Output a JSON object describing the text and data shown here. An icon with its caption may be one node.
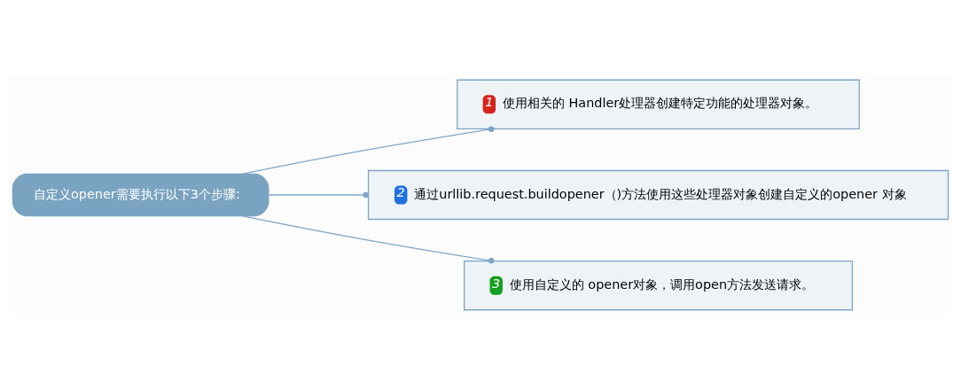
{
  "diagram": {
    "nodes": [
      {
        "text": [
          "自定义opener需要执行以下3个步骤:"
        ]
      },
      {
        "text": [
          "1",
          "使用相关的 Handler处理器创建特定功能的处理器对象。"
        ]
      },
      {
        "text": [
          "2",
          "通过urllib.request.buildopener（)方法使用这些处理器对象创建自定义的opener 对象"
        ]
      },
      {
        "text": [
          "3",
          "使用自定义的 opener对象，调用open方法发送请求。"
        ]
      }
    ],
    "edges": [
      {
        "from": 0,
        "to": 1,
        "arrow": "other"
      },
      {
        "from": 0,
        "to": 2,
        "arrow": "other"
      },
      {
        "from": 0,
        "to": 3,
        "arrow": "other"
      }
    ]
  }
}
